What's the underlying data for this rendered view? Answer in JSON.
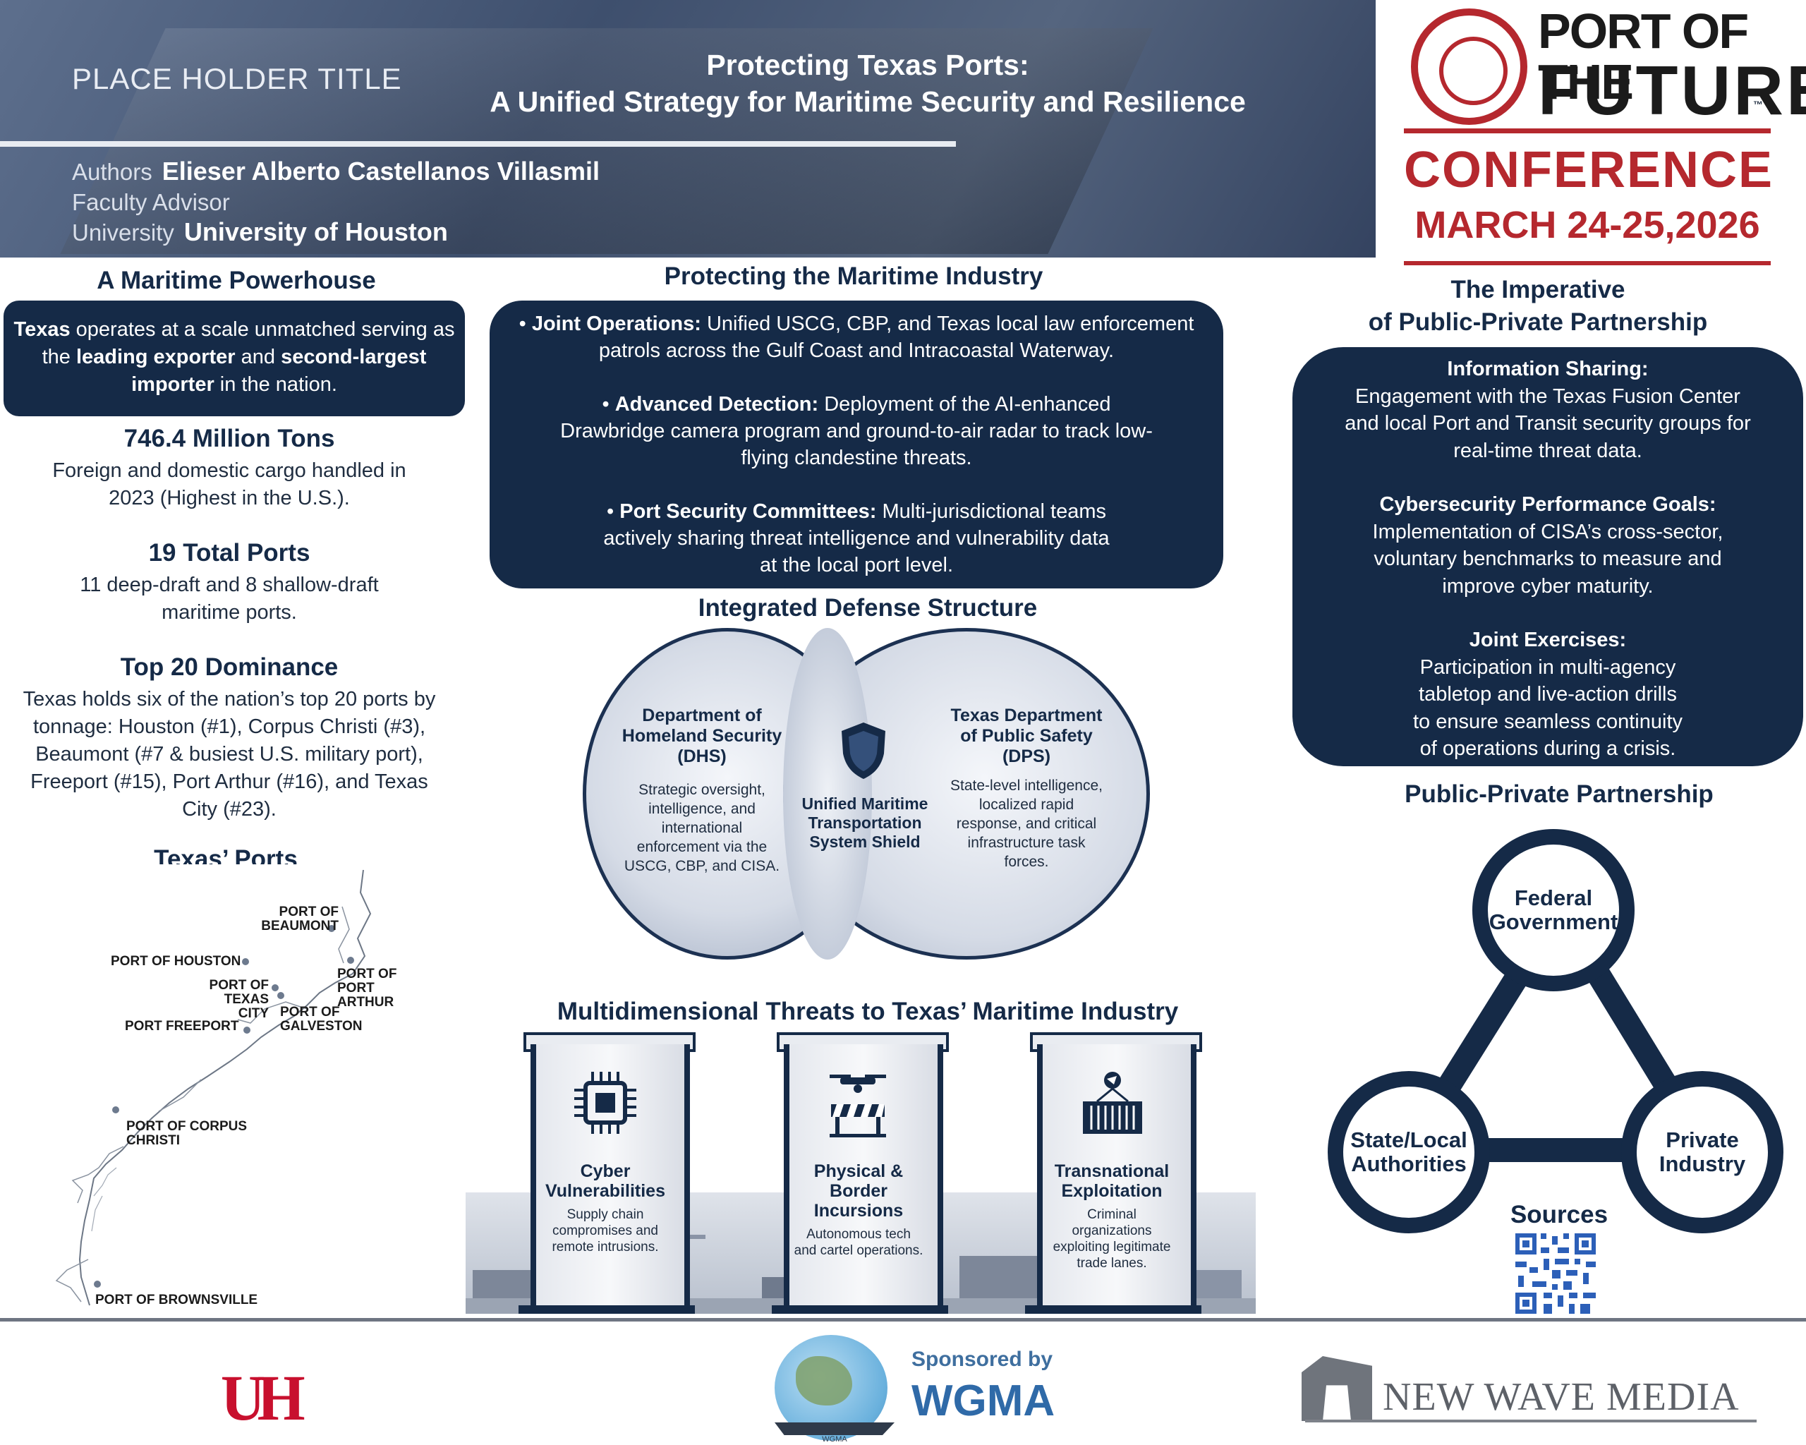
{
  "header": {
    "placeholder_title": "PLACE HOLDER TITLE",
    "title_line1": "Protecting Texas Ports:",
    "title_line2": "A Unified Strategy for Maritime Security and Resilience",
    "authors_label": "Authors",
    "authors_value": "Elieser Alberto Castellanos Villasmil",
    "advisor_label": "Faculty Advisor",
    "university_label": "University",
    "university_value": "University of Houston"
  },
  "logo": {
    "line1": "PORT OF THE",
    "line2": "FUTURE",
    "tm": "™",
    "conference": "CONFERENCE",
    "dates": "MARCH 24-25,2026"
  },
  "powerhouse": {
    "title": "A Maritime Powerhouse",
    "box_b1": "Texas",
    "box_t1": " operates at a scale unmatched serving as the ",
    "box_b2": "leading exporter",
    "box_t2": " and ",
    "box_b3": "second-largest importer",
    "box_t3": " in the nation.",
    "stats": [
      {
        "heading": "746.4 Million Tons",
        "body": "Foreign and domestic cargo handled in 2023 (Highest in the U.S.)."
      },
      {
        "heading": "19 Total Ports",
        "body": "11 deep-draft and 8 shallow-draft maritime ports."
      },
      {
        "heading": "Top 20 Dominance",
        "body": "Texas holds six of the nation’s top 20 ports by tonnage: Houston (#1), Corpus Christi (#3), Beaumont (#7 & busiest U.S. military port), Freeport (#15), Port Arthur (#16), and Texas City (#23)."
      }
    ]
  },
  "map": {
    "title": "Texas’ Ports",
    "ports": {
      "beaumont": "PORT OF BEAUMONT",
      "houston": "PORT OF HOUSTON",
      "port_arthur": "PORT OF PORT ARTHUR",
      "texas_city": "PORT OF TEXAS CITY",
      "galveston": "PORT OF GALVESTON",
      "freeport": "PORT FREEPORT",
      "corpus_christi": "PORT OF CORPUS CHRISTI",
      "brownsville": "PORT OF BROWNSVILLE"
    }
  },
  "protecting": {
    "title": "Protecting the Maritime Industry",
    "items": [
      {
        "lead": "Joint Operations:",
        "text": " Unified USCG, CBP, and Texas local law enforcement patrols across the Gulf Coast and Intracoastal Waterway."
      },
      {
        "lead": "Advanced Detection:",
        "text": " Deployment of the AI-enhanced Drawbridge camera program and ground-to-air radar to track low-flying clandestine threats."
      },
      {
        "lead": "Port Security Committees:",
        "text": " Multi-jurisdictional teams actively sharing threat intelligence and vulnerability data at the local port level."
      }
    ]
  },
  "defense": {
    "title": "Integrated Defense Structure",
    "left_heading": "Department of Homeland Security (DHS)",
    "left_body": "Strategic oversight, intelligence, and international enforcement via the USCG, CBP, and CISA.",
    "center": "Unified Maritime Transportation System Shield",
    "right_heading": "Texas Department of Public Safety (DPS)",
    "right_body": "State-level intelligence, localized rapid response, and critical infrastructure task forces."
  },
  "threats": {
    "title": "Multidimensional Threats to Texas’ Maritime Industry",
    "pillars": [
      {
        "icon": "chip-icon",
        "title": "Cyber Vulnerabilities",
        "desc": "Supply chain compromises and remote intrusions."
      },
      {
        "icon": "drone-barrier-icon",
        "title": "Physical & Border Incursions",
        "desc": "Autonomous tech and cartel operations."
      },
      {
        "icon": "container-icon",
        "title": "Transnational Exploitation",
        "desc": "Criminal organizations exploiting legitimate trade lanes."
      }
    ]
  },
  "imperative": {
    "title_line1": "The Imperative",
    "title_line2": "of Public-Private Partnership",
    "blocks": [
      {
        "heading": "Information Sharing:",
        "body": "Engagement with the Texas Fusion Center and local Port and Transit security groups for real-time threat data."
      },
      {
        "heading": "Cybersecurity Performance Goals:",
        "body": "Implementation of CISA’s cross-sector, voluntary benchmarks to measure and improve cyber maturity."
      },
      {
        "heading": "Joint Exercises:",
        "body": "Participation in multi-agency tabletop and live-action drills to ensure seamless continuity of operations during a crisis."
      }
    ]
  },
  "partnership": {
    "title": "Public-Private Partnership",
    "top": "Federal Government",
    "left": "State/Local Authorities",
    "right": "Private Industry"
  },
  "sources": {
    "title": "Sources"
  },
  "footer": {
    "uh_logo": "UH",
    "sponsored_by": "Sponsored by",
    "sponsor": "WGMA",
    "globe_label": "WGMA",
    "media": "NEW WAVE MEDIA"
  },
  "colors": {
    "navy": "#152a47",
    "brand_red": "#b5282e",
    "uh_red": "#c8102e"
  }
}
